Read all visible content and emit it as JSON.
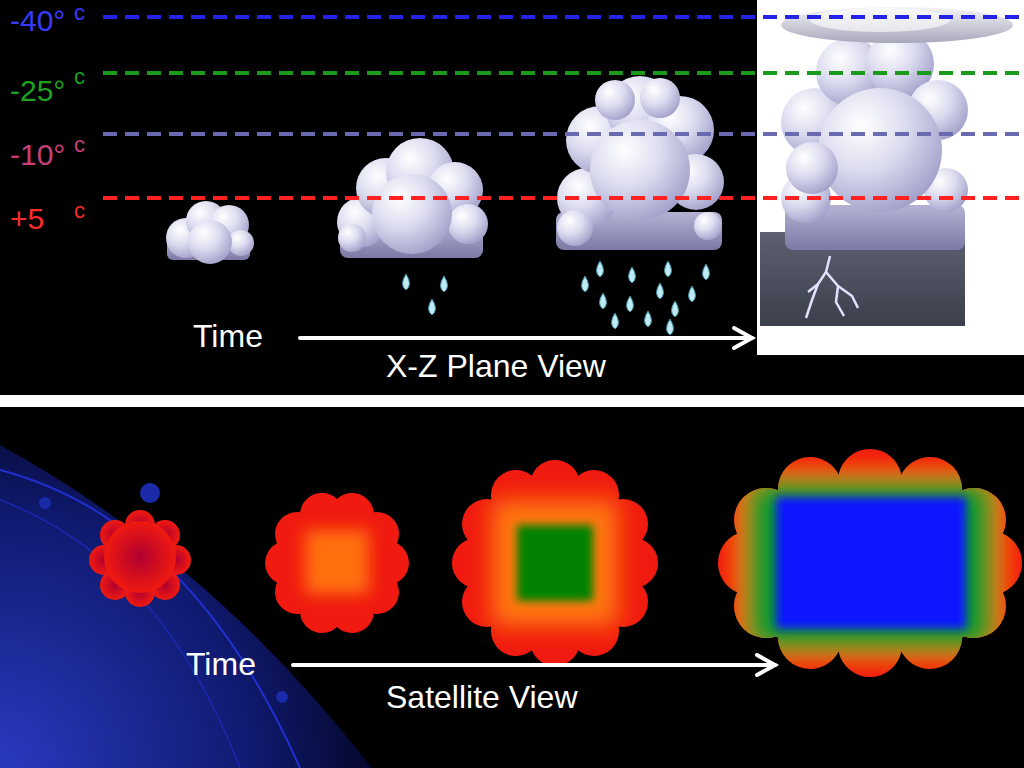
{
  "diagram": {
    "labels": [
      "-40°",
      "c",
      "-25°",
      "c",
      "-10°",
      "c",
      "+5",
      "c",
      "Time",
      "X-Z Plane View",
      "Time",
      "Satellite View"
    ]
  }
}
